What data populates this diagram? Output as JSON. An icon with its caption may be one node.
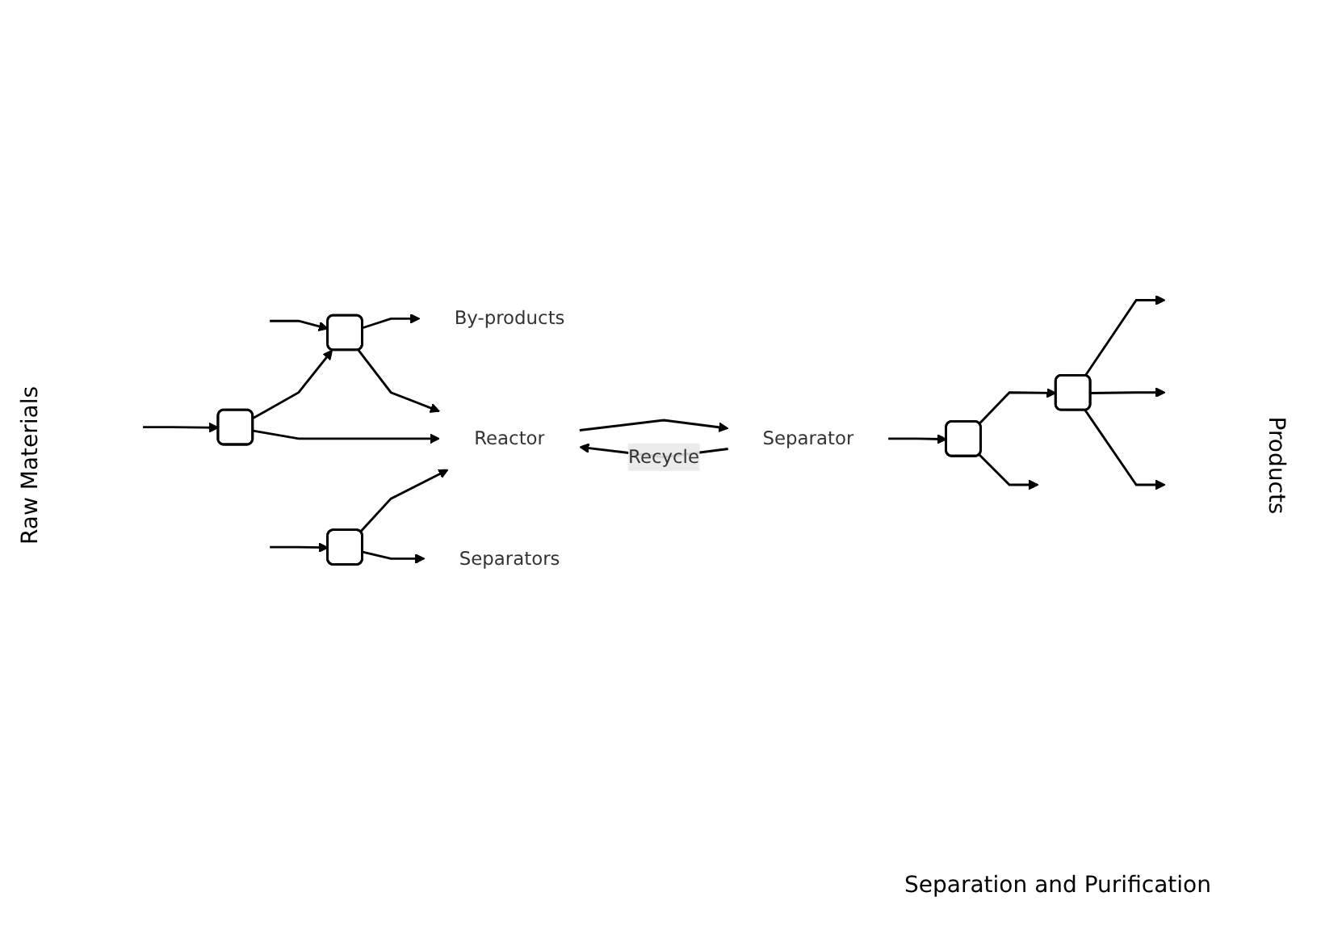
{
  "diagram": {
    "nodes": [
      {
        "text": [
          "By-products"
        ]
      },
      {
        "text": [],
        "shape": "box"
      },
      {
        "text": [],
        "shape": "box"
      },
      {
        "text": [],
        "shape": "box"
      },
      {
        "text": [
          "Reactor"
        ]
      },
      {
        "text": [
          "Separator"
        ]
      },
      {
        "text": [],
        "shape": "box"
      },
      {
        "text": [],
        "shape": "box"
      },
      {
        "text": [
          "Separators"
        ]
      }
    ],
    "edges": [
      {
        "from": null,
        "to": 1,
        "arrow": "to"
      },
      {
        "from": null,
        "to": 2,
        "arrow": "to"
      },
      {
        "from": null,
        "to": 3,
        "arrow": "to"
      },
      {
        "from": 1,
        "to": 0,
        "arrow": "to"
      },
      {
        "from": 2,
        "to": 1,
        "arrow": "to"
      },
      {
        "from": 3,
        "to": 8,
        "arrow": "to"
      },
      {
        "from": 1,
        "to": 4,
        "arrow": "to"
      },
      {
        "from": 2,
        "to": 4,
        "arrow": "to"
      },
      {
        "from": 3,
        "to": 4,
        "arrow": "to"
      },
      {
        "from": 4,
        "to": 5,
        "arrow": "to"
      },
      {
        "from": 5,
        "to": 4,
        "arrow": "to",
        "label": "Recycle"
      },
      {
        "from": 5,
        "to": 6,
        "arrow": "to"
      },
      {
        "from": 6,
        "to": null,
        "arrow": "to"
      },
      {
        "from": 6,
        "to": 7,
        "arrow": "to"
      },
      {
        "from": 7,
        "to": null,
        "arrow": "to"
      },
      {
        "from": 7,
        "to": null,
        "arrow": "to"
      },
      {
        "from": 7,
        "to": null,
        "arrow": "to"
      }
    ],
    "labels": [
      "Raw Materials",
      "Separation and Purification",
      "Products"
    ]
  }
}
